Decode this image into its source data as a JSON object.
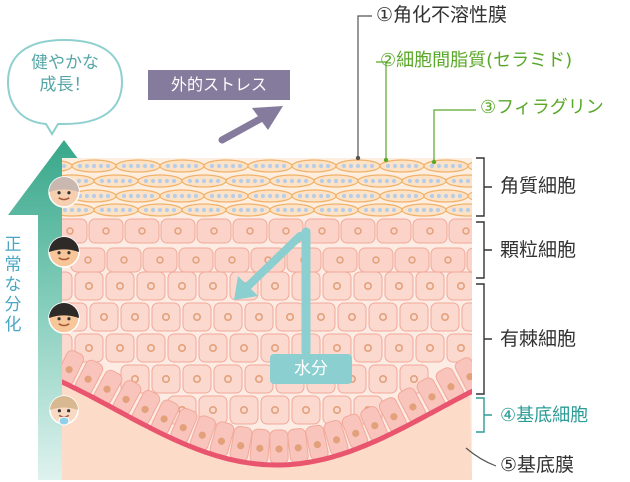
{
  "bubble": {
    "line1": "健やかな",
    "line2": "成長！"
  },
  "stress_label": "外的ストレス",
  "water_label": "水分",
  "vertical_label": [
    "正",
    "常",
    "な",
    "分",
    "化"
  ],
  "layers": {
    "keratinized_envelope": "①角化不溶性膜",
    "ceramide": "②細胞間脂質(セラミド)",
    "filaggrin": "③フィラグリン",
    "stratum_corneum": "角質細胞",
    "granular": "顆粒細胞",
    "spinous": "有棘細胞",
    "basal_cell": "④基底細胞",
    "basement_membrane": "⑤基底膜"
  },
  "colors": {
    "cell_fill": "#fbd9cf",
    "cell_stroke": "#f2a99a",
    "nucleus": "#e3a17b",
    "membrane": "#e9556f",
    "dermis": "#fcdcc8",
    "horny_cell": "#fce2c6",
    "horny_outline": "#f0b26a",
    "lipid_dot": "#b7cde8",
    "stress_box": "#857b9d",
    "water_arrow": "#8ccfd0",
    "green_arrow": "#38a789",
    "bracket": "#333333",
    "teal_text": "#2c9c97",
    "green_text": "#5aa829"
  },
  "faces": [
    "elder-face",
    "adult-face",
    "youth-face",
    "baby-face"
  ]
}
